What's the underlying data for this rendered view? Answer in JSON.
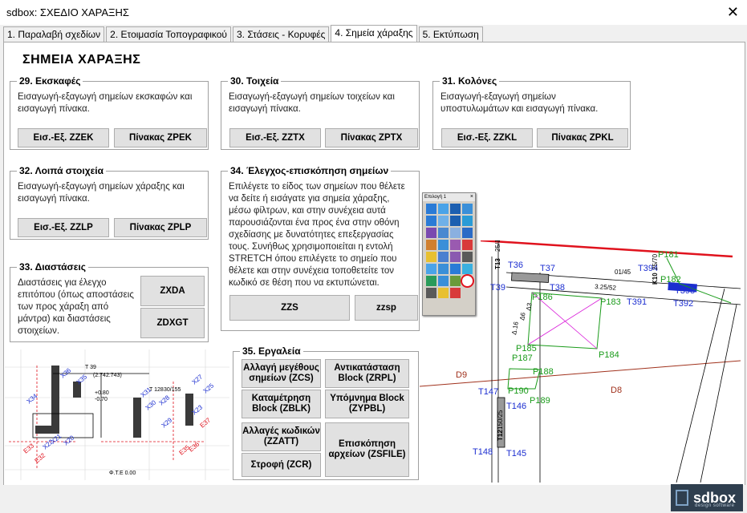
{
  "window": {
    "title": "sdbox:  ΣΧΕΔΙΟ  ΧΑΡΑΞΗΣ",
    "close_glyph": "✕"
  },
  "tabs": [
    {
      "label": "1. Παραλαβή σχεδίων"
    },
    {
      "label": "2. Ετοιμασία Τοπογραφικού"
    },
    {
      "label": "3. Στάσεις - Κορυφές"
    },
    {
      "label": "4. Σημεία χάραξης",
      "active": true
    },
    {
      "label": "5. Εκτύπωση"
    }
  ],
  "page_title": "ΣΗΜΕΙΑ  ΧΑΡΑΞΗΣ",
  "groups": {
    "g29": {
      "title": "29. Εκσκαφές",
      "desc": "Εισαγωγή-εξαγωγή σημείων εκσκαφών και εισαγωγή πίνακα.",
      "b1": "Εισ.-Εξ. ZZEK",
      "b2": "Πίνακας ZPEK"
    },
    "g30": {
      "title": "30. Τοιχεία",
      "desc": "Εισαγωγή-εξαγωγή σημείων τοιχείων και εισαγωγή πίνακα.",
      "b1": "Εισ.-Εξ. ZZTX",
      "b2": "Πίνακας ZPTX"
    },
    "g31": {
      "title": "31. Κολόνες",
      "desc": "Εισαγωγή-εξαγωγή σημείων υποστυλωμάτων και εισαγωγή πίνακα.",
      "b1": "Εισ.-Εξ. ZZKL",
      "b2": "Πίνακας ZPKL"
    },
    "g32": {
      "title": "32. Λοιπά στοιχεία",
      "desc": "Εισαγωγή-εξαγωγή σημείων χάραξης και εισαγωγή πίνακα.",
      "b1": "Εισ.-Εξ. ZZLP",
      "b2": "Πίνακας ZPLP"
    },
    "g33": {
      "title": "33. Διαστάσεις",
      "desc": "Διαστάσεις για έλεγχο επιτόπου (όπως αποστάσεις των προς χάραξη από μάντρα) και διαστάσεις στοιχείων.",
      "b1": "ZXDA",
      "b2": "ZDXGT"
    },
    "g34": {
      "title": "34. Έλεγχος-επισκόπηση σημείων",
      "desc": "Επιλέγετε το είδος των σημείων που θέλετε να δείτε ή εισάγατε για σημεία χάραξης, μέσω φίλτρων,  και στην συνέχεια αυτά παρουσιάζονται ένα προς ένα στην οθόνη σχεδίασης με δυνατότητες επεξεργασίας τους. Συνήθως χρησιμοποιείται η εντολή STRETCH όπου επιλέγετε το σημείο που θέλετε και στην συνέχεια τοποθετείτε τον κωδικό σε θέση που να εκτυπώνεται.",
      "b1": "ZZS",
      "b2": "zzsp"
    },
    "g35": {
      "title": "35. Εργαλεία",
      "b1": "Αλλαγή μεγέθους σημείων (ZCS)",
      "b2": "Αντικατάσταση Block (ZRPL)",
      "b3": "Καταμέτρηση Block (ZBLK)",
      "b4": "Υπόμνημα Block (ZYPBL)",
      "b5": "Αλλαγές κωδικών (ZZATT)",
      "b6": "Επισκόπηση αρχείων (ZSFILE)",
      "b7": "Στροφή (ZCR)"
    }
  },
  "toolbar": {
    "title": "Επιλογή 1"
  },
  "drawing_labels": {
    "right": [
      "T13",
      "25/110",
      "T36",
      "T37",
      "T39",
      "T38",
      "T394",
      "K10",
      "25/70",
      "01/45",
      "T391",
      "T393",
      "T392",
      "P181",
      "P182",
      "P186",
      "P183",
      "P185",
      "P184",
      "P187",
      "P188",
      "P190",
      "P189",
      "D9",
      "D8",
      "T147",
      "T146",
      "T12",
      "150/25",
      "T148",
      "T145",
      "Δ.16",
      "Δ6",
      "Δ3",
      "3.25/52"
    ],
    "left": [
      "X36",
      "X35",
      "X34",
      "X31",
      "X30",
      "X29",
      "X28",
      "X27",
      "X25",
      "X23",
      "X22",
      "X21",
      "X20",
      "E33",
      "E32",
      "E35",
      "E36",
      "E37",
      "T 39",
      "T 128",
      "30/155",
      "(2.742.743)",
      "+0.80",
      "-0.70",
      "Φ.Τ.Ε 0.00"
    ]
  },
  "logo": {
    "text": "sdbox",
    "sub": "design software"
  },
  "colors": {
    "green": "#1a9b1a",
    "blue": "#1c2ed0",
    "red": "#e0121d",
    "brown": "#a0311c",
    "magenta": "#d91ad9"
  }
}
